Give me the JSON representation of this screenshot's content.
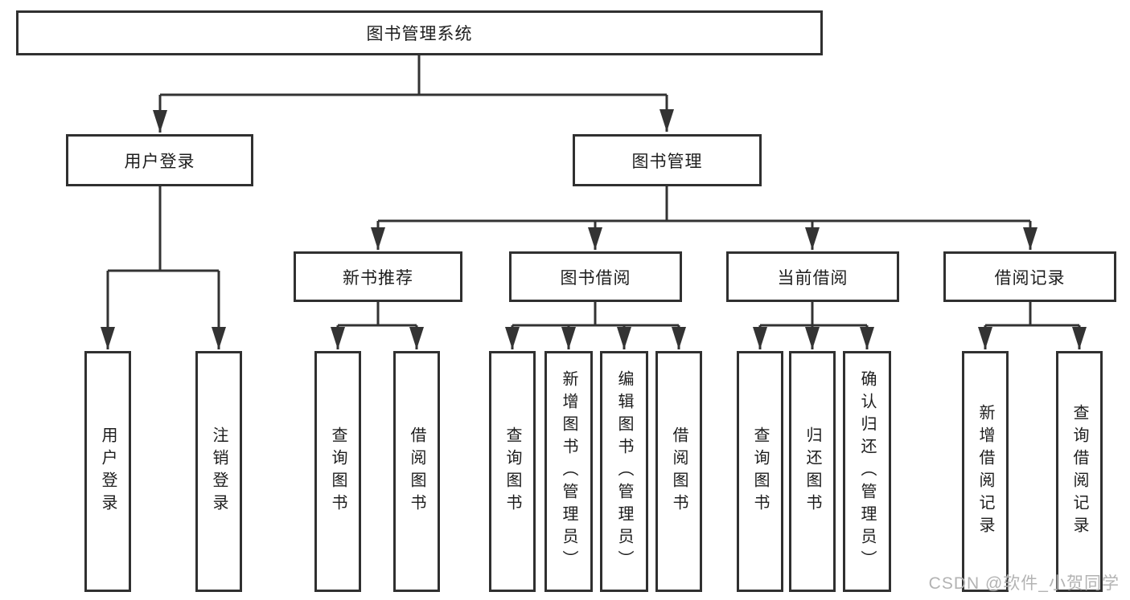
{
  "diagram": {
    "title": "图书管理系统",
    "level2": {
      "user_login": "用户登录",
      "book_management": "图书管理"
    },
    "level3": {
      "new_book_recommendation": "新书推荐",
      "book_borrowing": "图书借阅",
      "current_borrowing": "当前借阅",
      "borrowing_records": "借阅记录"
    },
    "leaves": {
      "user_login": "用户登录",
      "logout": "注销登录",
      "nbr_query_books": "查询图书",
      "nbr_borrow_books": "借阅图书",
      "bb_query_books": "查询图书",
      "bb_add_book_admin": "新增图书（管理员）",
      "bb_edit_book_admin": "编辑图书（管理员）",
      "bb_borrow_books": "借阅图书",
      "cb_query_books": "查询图书",
      "cb_return_books": "归还图书",
      "cb_confirm_return_admin": "确认归还（管理员）",
      "br_add_record": "新增借阅记录",
      "br_query_record": "查询借阅记录"
    },
    "colors": {
      "line": "#333333",
      "border": "#303030",
      "background": "#ffffff",
      "text": "#1d1d1d",
      "watermark": "#b3b3b3"
    },
    "watermark": "CSDN @软件_小贺同学"
  }
}
